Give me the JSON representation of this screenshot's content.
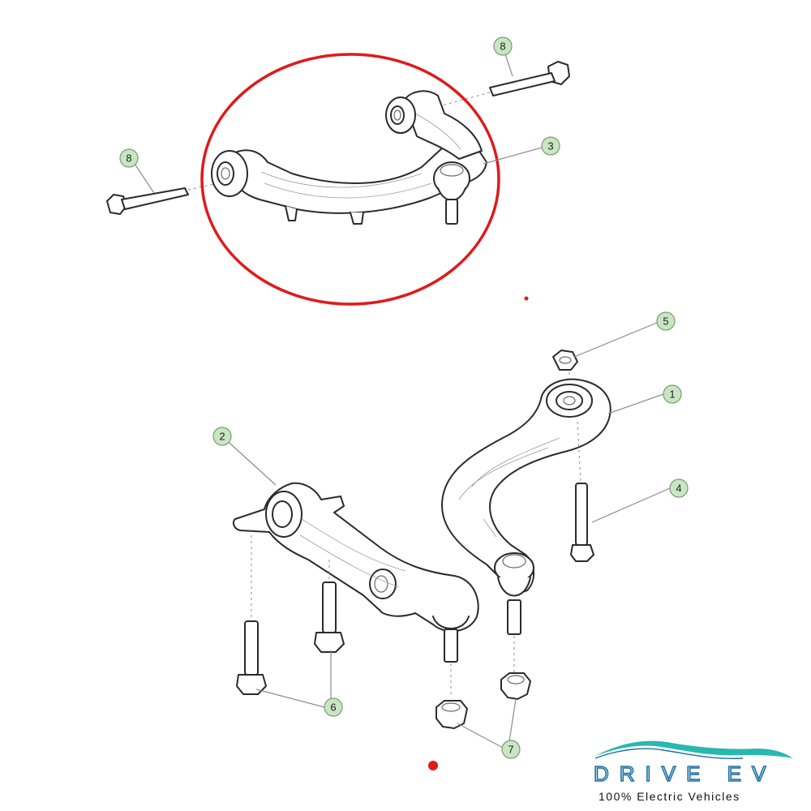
{
  "callouts": [
    {
      "id": "c1",
      "label": "1"
    },
    {
      "id": "c2",
      "label": "2"
    },
    {
      "id": "c3",
      "label": "3"
    },
    {
      "id": "c4",
      "label": "4"
    },
    {
      "id": "c5",
      "label": "5"
    },
    {
      "id": "c6",
      "label": "6"
    },
    {
      "id": "c7",
      "label": "7"
    },
    {
      "id": "c8a",
      "label": "8"
    },
    {
      "id": "c8b",
      "label": "8"
    }
  ],
  "logo": {
    "wordmark": "DRIVE EV",
    "tagline": "100% Electric Vehicles"
  },
  "colors": {
    "highlight": "#e01a1a",
    "callout_fill": "#c9e6c3",
    "logo_blue": "#1d6fa3",
    "logo_teal": "#27b8b0"
  }
}
